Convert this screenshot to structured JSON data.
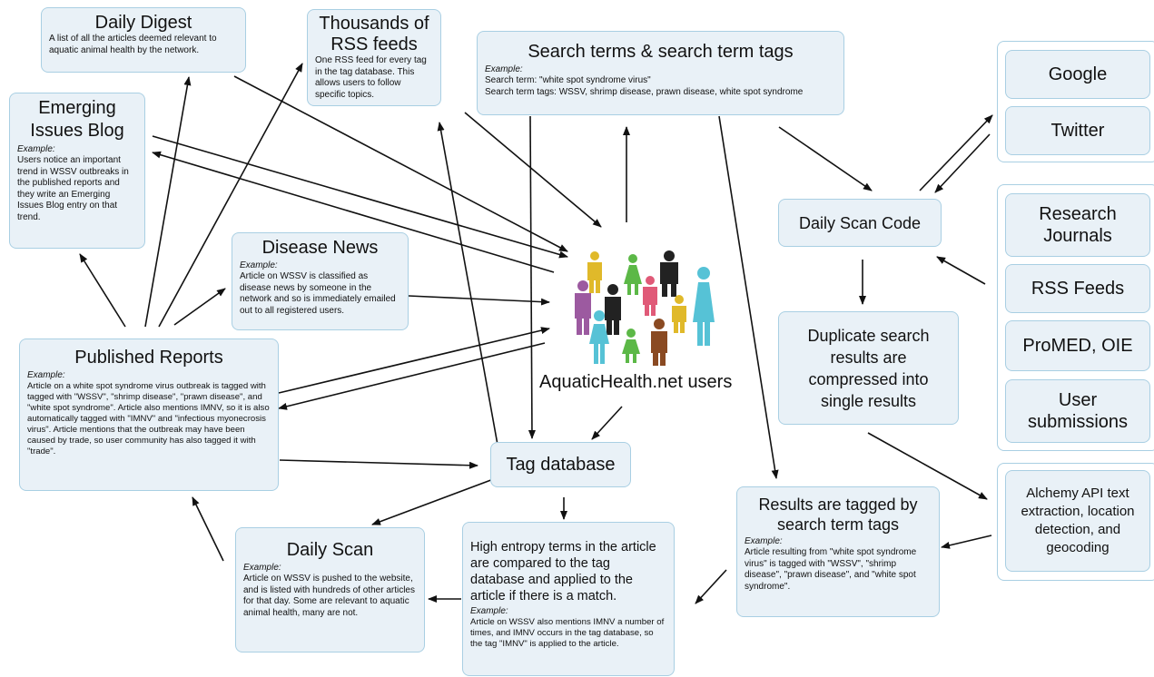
{
  "example_label": "Example:",
  "daily_digest": {
    "title": "Daily Digest",
    "text": "A list of all the articles deemed relevant to aquatic animal health by the network."
  },
  "rss": {
    "title": "Thousands of RSS feeds",
    "text": "One RSS feed for every tag in the tag database. This allows users to follow specific topics."
  },
  "search_terms": {
    "title": "Search terms & search term tags",
    "line1": "Search term: \"white spot syndrome virus\"",
    "line2": "Search term tags: WSSV, shrimp disease, prawn disease, white spot syndrome"
  },
  "emerging": {
    "title": "Emerging Issues Blog",
    "text": "Users notice an important trend in WSSV outbreaks in the published reports and they write an Emerging Issues Blog entry on that trend."
  },
  "disease_news": {
    "title": "Disease News",
    "text": "Article on WSSV is classified as disease news by someone in the network and so is immediately emailed out to all registered users."
  },
  "published": {
    "title": "Published Reports",
    "text": "Article on a white spot syndrome virus outbreak is tagged with tagged with \"WSSV\", \"shrimp disease\", \"prawn disease\", and \"white spot syndrome\". Article also mentions IMNV, so it is also automatically tagged with \"IMNV\" and \"infectious myonecrosis virus\". Article mentions that the outbreak may have been caused by trade, so user community has also tagged it with \"trade\"."
  },
  "users": {
    "label": "AquaticHealth.net users"
  },
  "tag_db": {
    "title": "Tag database"
  },
  "daily_scan": {
    "title": "Daily Scan",
    "text": "Article on WSSV is pushed to the website, and is listed with hundreds of other articles for that day. Some are relevant to aquatic animal health, many are not."
  },
  "high_entropy": {
    "title": "High entropy terms in the article are compared to the tag database and applied to the article if there is a match.",
    "text": "Article on WSSV also mentions IMNV a number of times, and IMNV occurs in the tag database, so the tag \"IMNV\" is applied to the article."
  },
  "results_tagged": {
    "title": "Results are tagged by search term tags",
    "text": "Article resulting from \"white spot syndrome virus\" is tagged with \"WSSV\", \"shrimp disease\", \"prawn disease\", and \"white spot syndrome\"."
  },
  "daily_scan_code": {
    "title": "Daily Scan Code"
  },
  "duplicate": {
    "title": "Duplicate search results are compressed into single results"
  },
  "alchemy": {
    "title": "Alchemy API text extraction, location detection, and geocoding"
  },
  "sources_top": [
    "Google",
    "Twitter"
  ],
  "sources_bottom": [
    "Research Journals",
    "RSS Feeds",
    "ProMED, OIE",
    "User submissions"
  ],
  "colors": {
    "box_fill": "#e9f1f7",
    "box_border": "#a9cfe3",
    "arrow": "#111111"
  }
}
